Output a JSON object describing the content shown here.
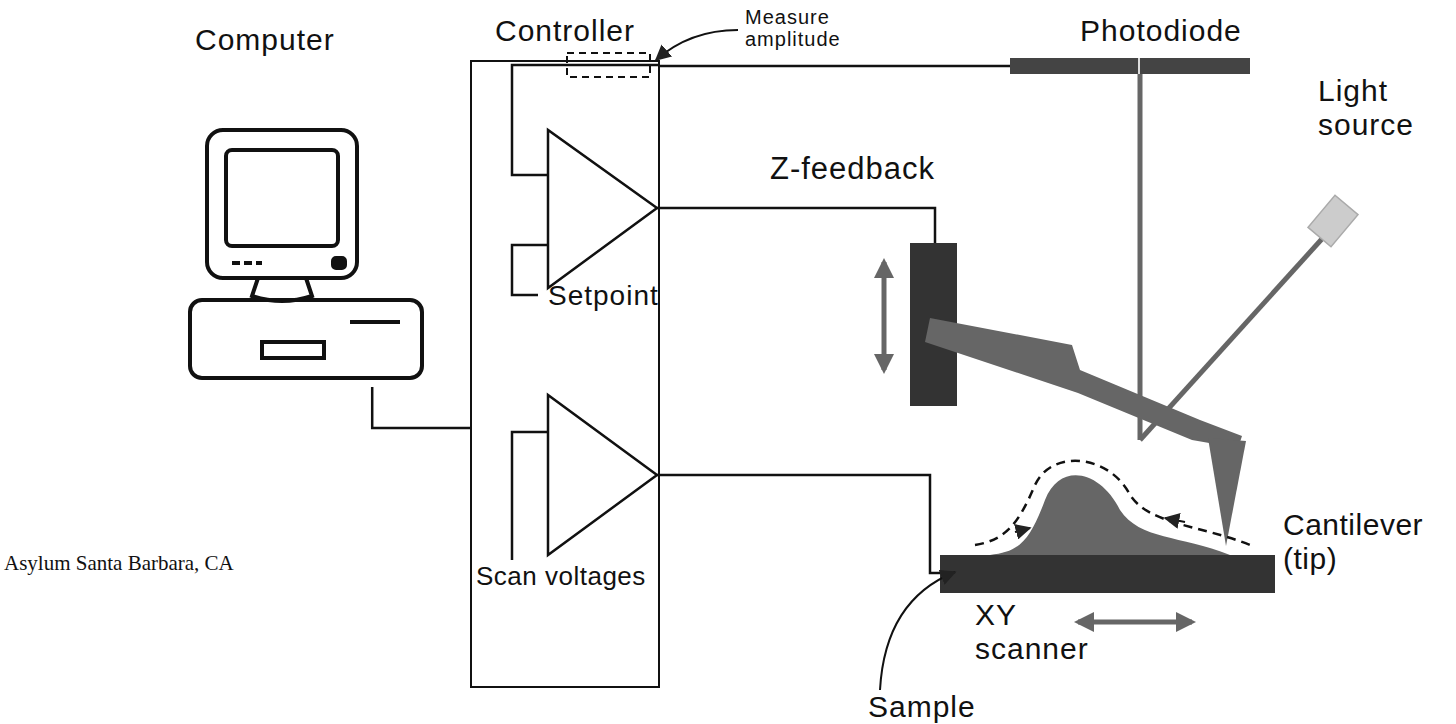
{
  "diagram": {
    "nodes": [
      {
        "text": [
          "Computer"
        ]
      },
      {
        "text": [
          "Controller"
        ]
      },
      {
        "text": [
          "Photodiode"
        ]
      }
    ],
    "edges": [
      {
        "from": 0,
        "to": 1,
        "arrow": "none"
      },
      {
        "from": 2,
        "to": 1,
        "arrow": "none"
      }
    ],
    "labels": [
      "Measure amplitude",
      "Z-feedback",
      "Setpoint",
      "Scan voltages",
      "Light source",
      "Cantilever (tip)",
      "Sample",
      "XY scanner",
      "Asylum Santa Barbara, CA"
    ]
  }
}
